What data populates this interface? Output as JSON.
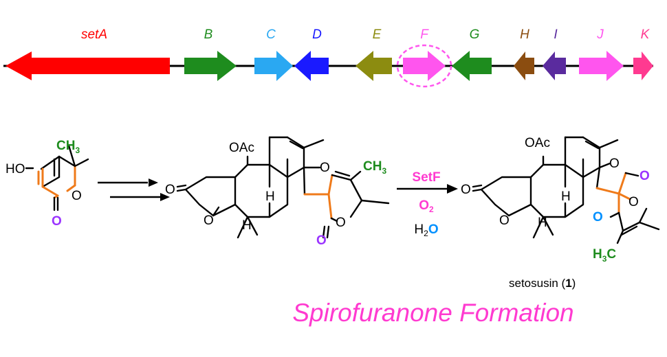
{
  "colors": {
    "setA": "#ff0000",
    "B": "#1e8c1e",
    "C": "#2aa8f2",
    "D": "#1a1aff",
    "E": "#8c8c10",
    "F": "#ff55ee",
    "G": "#1e8c1e",
    "H": "#8b4d10",
    "I": "#5a2b9e",
    "J": "#ff55ee",
    "K": "#ff3a90",
    "methyl_green": "#1e8c1e",
    "carbonyl_purple": "#9a33ff",
    "ring_orange": "#ef7a1a",
    "hydroxyl_salmon": "#f08070",
    "reagent_magenta": "#ff3ad0",
    "oxygen_blue": "#0090ff",
    "caption_magenta": "#ff3ad0"
  },
  "genes": {
    "setA": "setA",
    "B": "B",
    "C": "C",
    "D": "D",
    "E": "E",
    "F": "F",
    "G": "G",
    "H": "H",
    "I": "I",
    "J": "J",
    "K": "K"
  },
  "structures": {
    "pyrone": {
      "methyl": "CH",
      "methyl_sub": "3",
      "hydroxyl": "HO",
      "ring_o": "O",
      "carbonyl_o": "O"
    },
    "intermediate": {
      "acetate": "OAc",
      "furan_o": "O",
      "methyl": "CH",
      "methyl_sub": "3",
      "lactone_o": "O",
      "ring_o": "O",
      "carbonyl_o": "O",
      "ketone_o": "O",
      "h_top": "H",
      "h_bottom": "H"
    },
    "product": {
      "acetate": "OAc",
      "lactone_o": "O",
      "carbonyl_o": "O",
      "furan_o": "O",
      "ketone_o": "O",
      "methyl": "H",
      "methyl_sub": "3",
      "methyl_tail": "C",
      "ester_o": "O",
      "ring_o": "O",
      "h_top": "H",
      "h_bottom": "H",
      "name": "setosusin (",
      "number": "1",
      "name_end": ")"
    }
  },
  "reaction": {
    "enzyme": "SetF",
    "oxygen": "O",
    "oxygen_sub": "2",
    "water_h": "H",
    "water_sub": "2",
    "water_o": "O"
  },
  "caption": "Spirofuranone Formation"
}
